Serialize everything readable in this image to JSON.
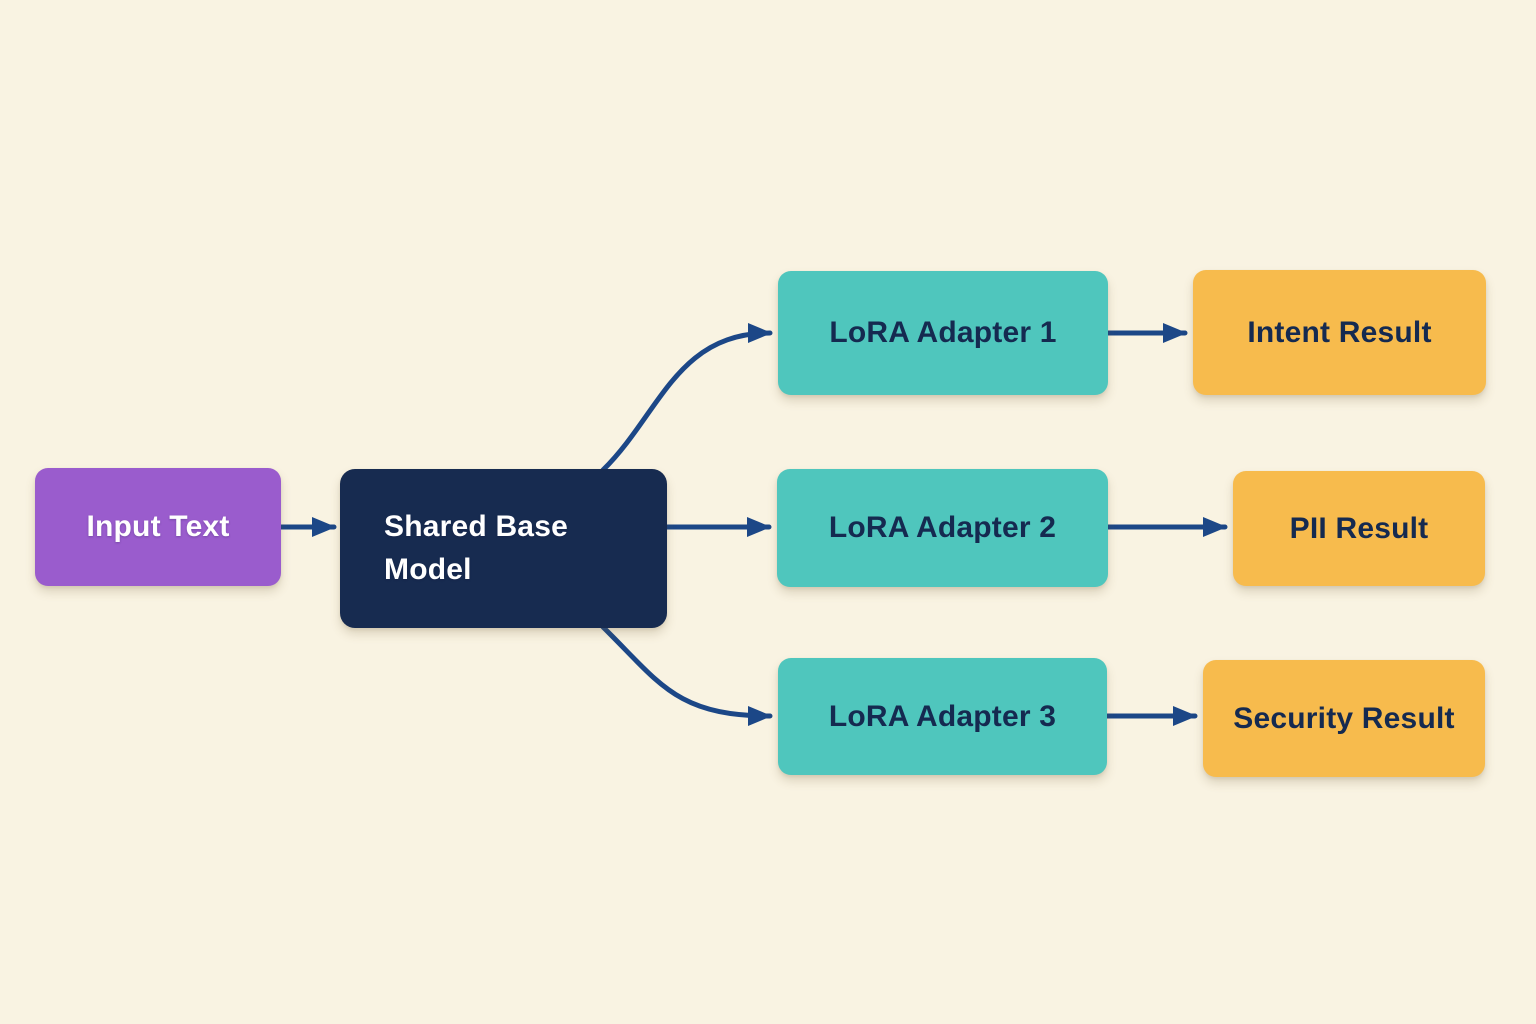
{
  "diagram": {
    "description": "Flowchart: input text routed through a shared base model to three LoRA adapters producing three results",
    "background_color": "#f9f3e2",
    "arrow_color": "#1c4787",
    "nodes": {
      "input": {
        "label": "Input Text",
        "fill": "#9a5ccd",
        "text_color": "#ffffff"
      },
      "base": {
        "label": "Shared Base Model",
        "fill": "#172b50",
        "text_color": "#ffffff"
      },
      "adapter1": {
        "label": "LoRA Adapter 1",
        "fill": "#4fc6bd",
        "text_color": "#152a50"
      },
      "adapter2": {
        "label": "LoRA Adapter 2",
        "fill": "#4fc6bd",
        "text_color": "#152a50"
      },
      "adapter3": {
        "label": "LoRA Adapter 3",
        "fill": "#4fc6bd",
        "text_color": "#152a50"
      },
      "intent": {
        "label": "Intent Result",
        "fill": "#f7bb4d",
        "text_color": "#152a50"
      },
      "pii": {
        "label": "PII Result",
        "fill": "#f7bb4d",
        "text_color": "#152a50"
      },
      "security": {
        "label": "Security Result",
        "fill": "#f7bb4d",
        "text_color": "#152a50"
      }
    },
    "edges": [
      {
        "from": "input",
        "to": "base"
      },
      {
        "from": "base",
        "to": "adapter1"
      },
      {
        "from": "base",
        "to": "adapter2"
      },
      {
        "from": "base",
        "to": "adapter3"
      },
      {
        "from": "adapter1",
        "to": "intent"
      },
      {
        "from": "adapter2",
        "to": "pii"
      },
      {
        "from": "adapter3",
        "to": "security"
      }
    ]
  }
}
